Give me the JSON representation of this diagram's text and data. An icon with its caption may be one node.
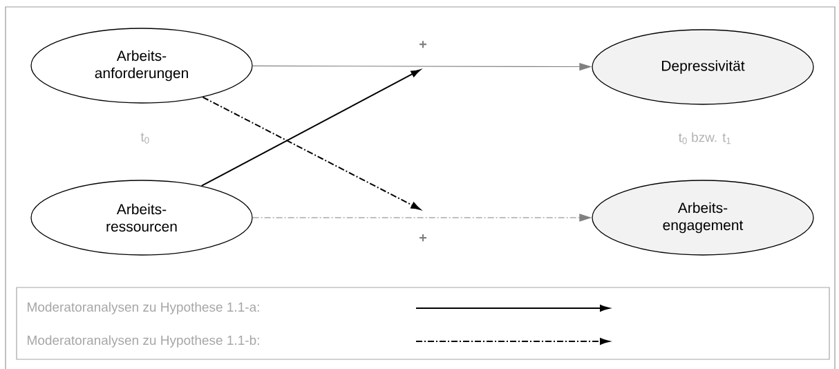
{
  "diagram": {
    "nodes": [
      {
        "text": [
          "Arbeits- anforderungen"
        ]
      },
      {
        "text": [
          "Depressivität"
        ]
      },
      {
        "text": [
          "Arbeits- ressourcen"
        ]
      },
      {
        "text": [
          "Arbeits- engagement"
        ]
      }
    ],
    "edges": [
      {
        "from": 0,
        "to": 1,
        "arrow": "to",
        "color": "#808080"
      },
      {
        "from": 2,
        "to": 3,
        "arrow": "to",
        "color": "#808080",
        "style": "dashed"
      },
      {
        "from": 2,
        "to": null,
        "arrow": "to",
        "color": "#000000"
      },
      {
        "from": 0,
        "to": null,
        "arrow": "to",
        "style": "dashed",
        "color": "#000000"
      }
    ],
    "labels": [
      "+",
      "t$_{0}$",
      "t$_{0}$ bzw. t$_{1}$",
      "+"
    ],
    "legend": [
      {
        "text": "Moderatoranalysen zu Hypothese 1.1-a:"
      },
      {
        "text": "Moderatoranalysen zu Hypothese 1.1-b:"
      }
    ]
  }
}
